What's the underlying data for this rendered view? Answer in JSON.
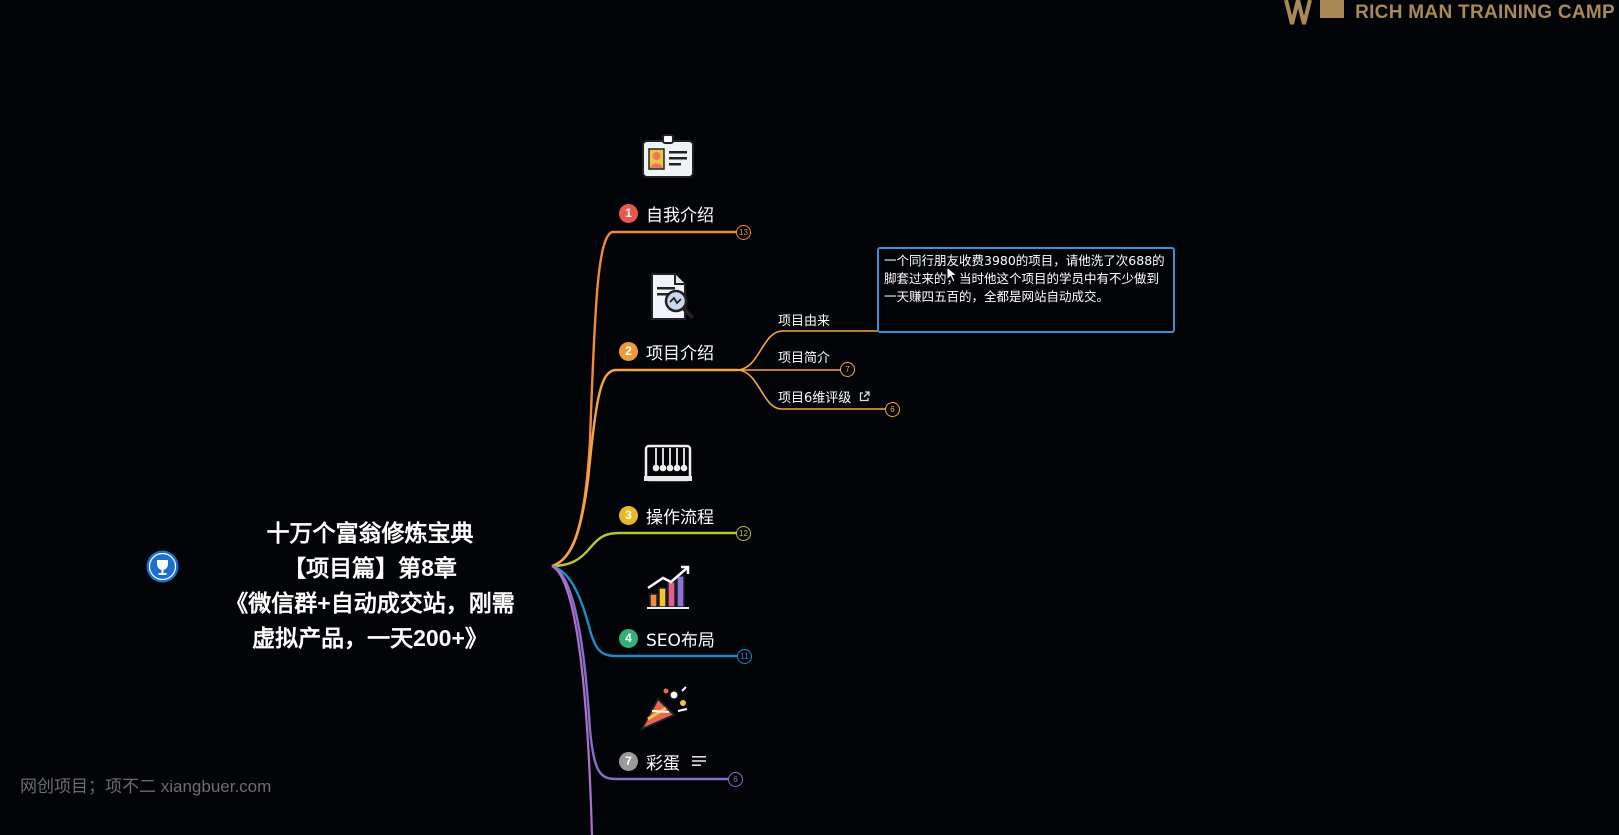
{
  "logo": {
    "text": "RICH MAN TRAINING CAMP"
  },
  "root": {
    "lines": [
      "十万个富翁修炼宝典",
      "【项目篇】第8章",
      "《微信群+自动成交站，刚需",
      "虚拟产品，一天200+》"
    ],
    "icon": "trophy-icon"
  },
  "branches": [
    {
      "num": "1",
      "label": "自我介绍",
      "count": "13",
      "color": "#e9584e",
      "line_color": "#f08a3c",
      "icon": "id-card-icon"
    },
    {
      "num": "2",
      "label": "项目介绍",
      "count": "",
      "color": "#f09a3e",
      "line_color": "#f5a742",
      "icon": "document-analysis-icon"
    },
    {
      "num": "3",
      "label": "操作流程",
      "count": "12",
      "color": "#e8b926",
      "line_color": "#b8c23a",
      "icon": "newtons-cradle-icon"
    },
    {
      "num": "4",
      "label": "SEO布局",
      "count": "11",
      "color": "#33b07a",
      "line_color": "#1b8fc9",
      "icon": "growth-chart-icon"
    },
    {
      "num": "7",
      "label": "彩蛋",
      "count": "6",
      "color": "#9a9a9a",
      "line_color": "#8a6fc9",
      "icon": "party-popper-icon"
    }
  ],
  "subtopics": [
    {
      "label": "项目由来",
      "count": ""
    },
    {
      "label": "项目简介",
      "count": "7"
    },
    {
      "label": "项目6维评级",
      "count": "6"
    }
  ],
  "note": {
    "text": "一个同行朋友收费3980的项目，请他洗了次688的脚套过来的，当时他这个项目的学员中有不少做到一天赚四五百的，全都是网站自动成交。"
  },
  "watermark": {
    "text": "网创项目；项不二 xiangbuer.com"
  }
}
